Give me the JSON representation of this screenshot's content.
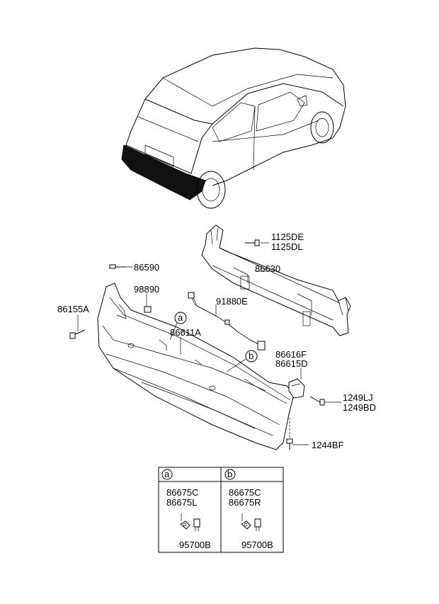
{
  "callouts": {
    "p1125": [
      "1125DE",
      "1125DL"
    ],
    "p86630": "86630",
    "p86590": "86590",
    "p98890": "98890",
    "p86155A": "86155A",
    "p91880E": "91880E",
    "p86611A": "86611A",
    "p86616": [
      "86616F",
      "86615D"
    ],
    "p1249": [
      "1249LJ",
      "1249BD"
    ],
    "p1244BF": "1244BF"
  },
  "markers": {
    "a": "a",
    "b": "b"
  },
  "legend": {
    "a": {
      "marker": "a",
      "parts": [
        "86675C",
        "86675L"
      ],
      "clip": "95700B"
    },
    "b": {
      "marker": "b",
      "parts": [
        "86675C",
        "86675R"
      ],
      "clip": "95700B"
    }
  }
}
